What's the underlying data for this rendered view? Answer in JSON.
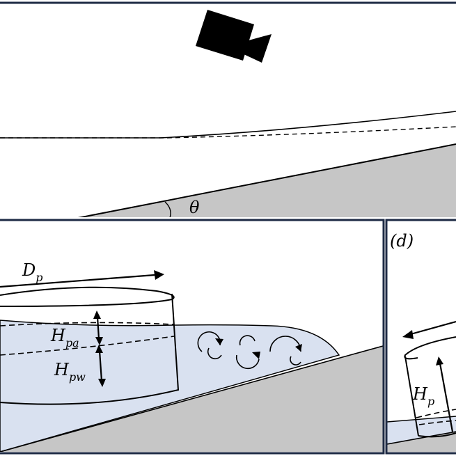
{
  "labels": {
    "angle": "θ",
    "panel_d": "(d)",
    "diameter": "D",
    "diameter_sub": "p",
    "h_air": "H",
    "h_air_sub": "pa",
    "h_water": "H",
    "h_water_sub": "pw",
    "height": "H",
    "height_sub": "p"
  },
  "icons": [
    "camera-icon",
    "vortex-icon"
  ],
  "colors": {
    "frame": "#1d2a44",
    "ground": "#c6c6c6",
    "water": "#d9e1f0",
    "ink": "#000000"
  }
}
